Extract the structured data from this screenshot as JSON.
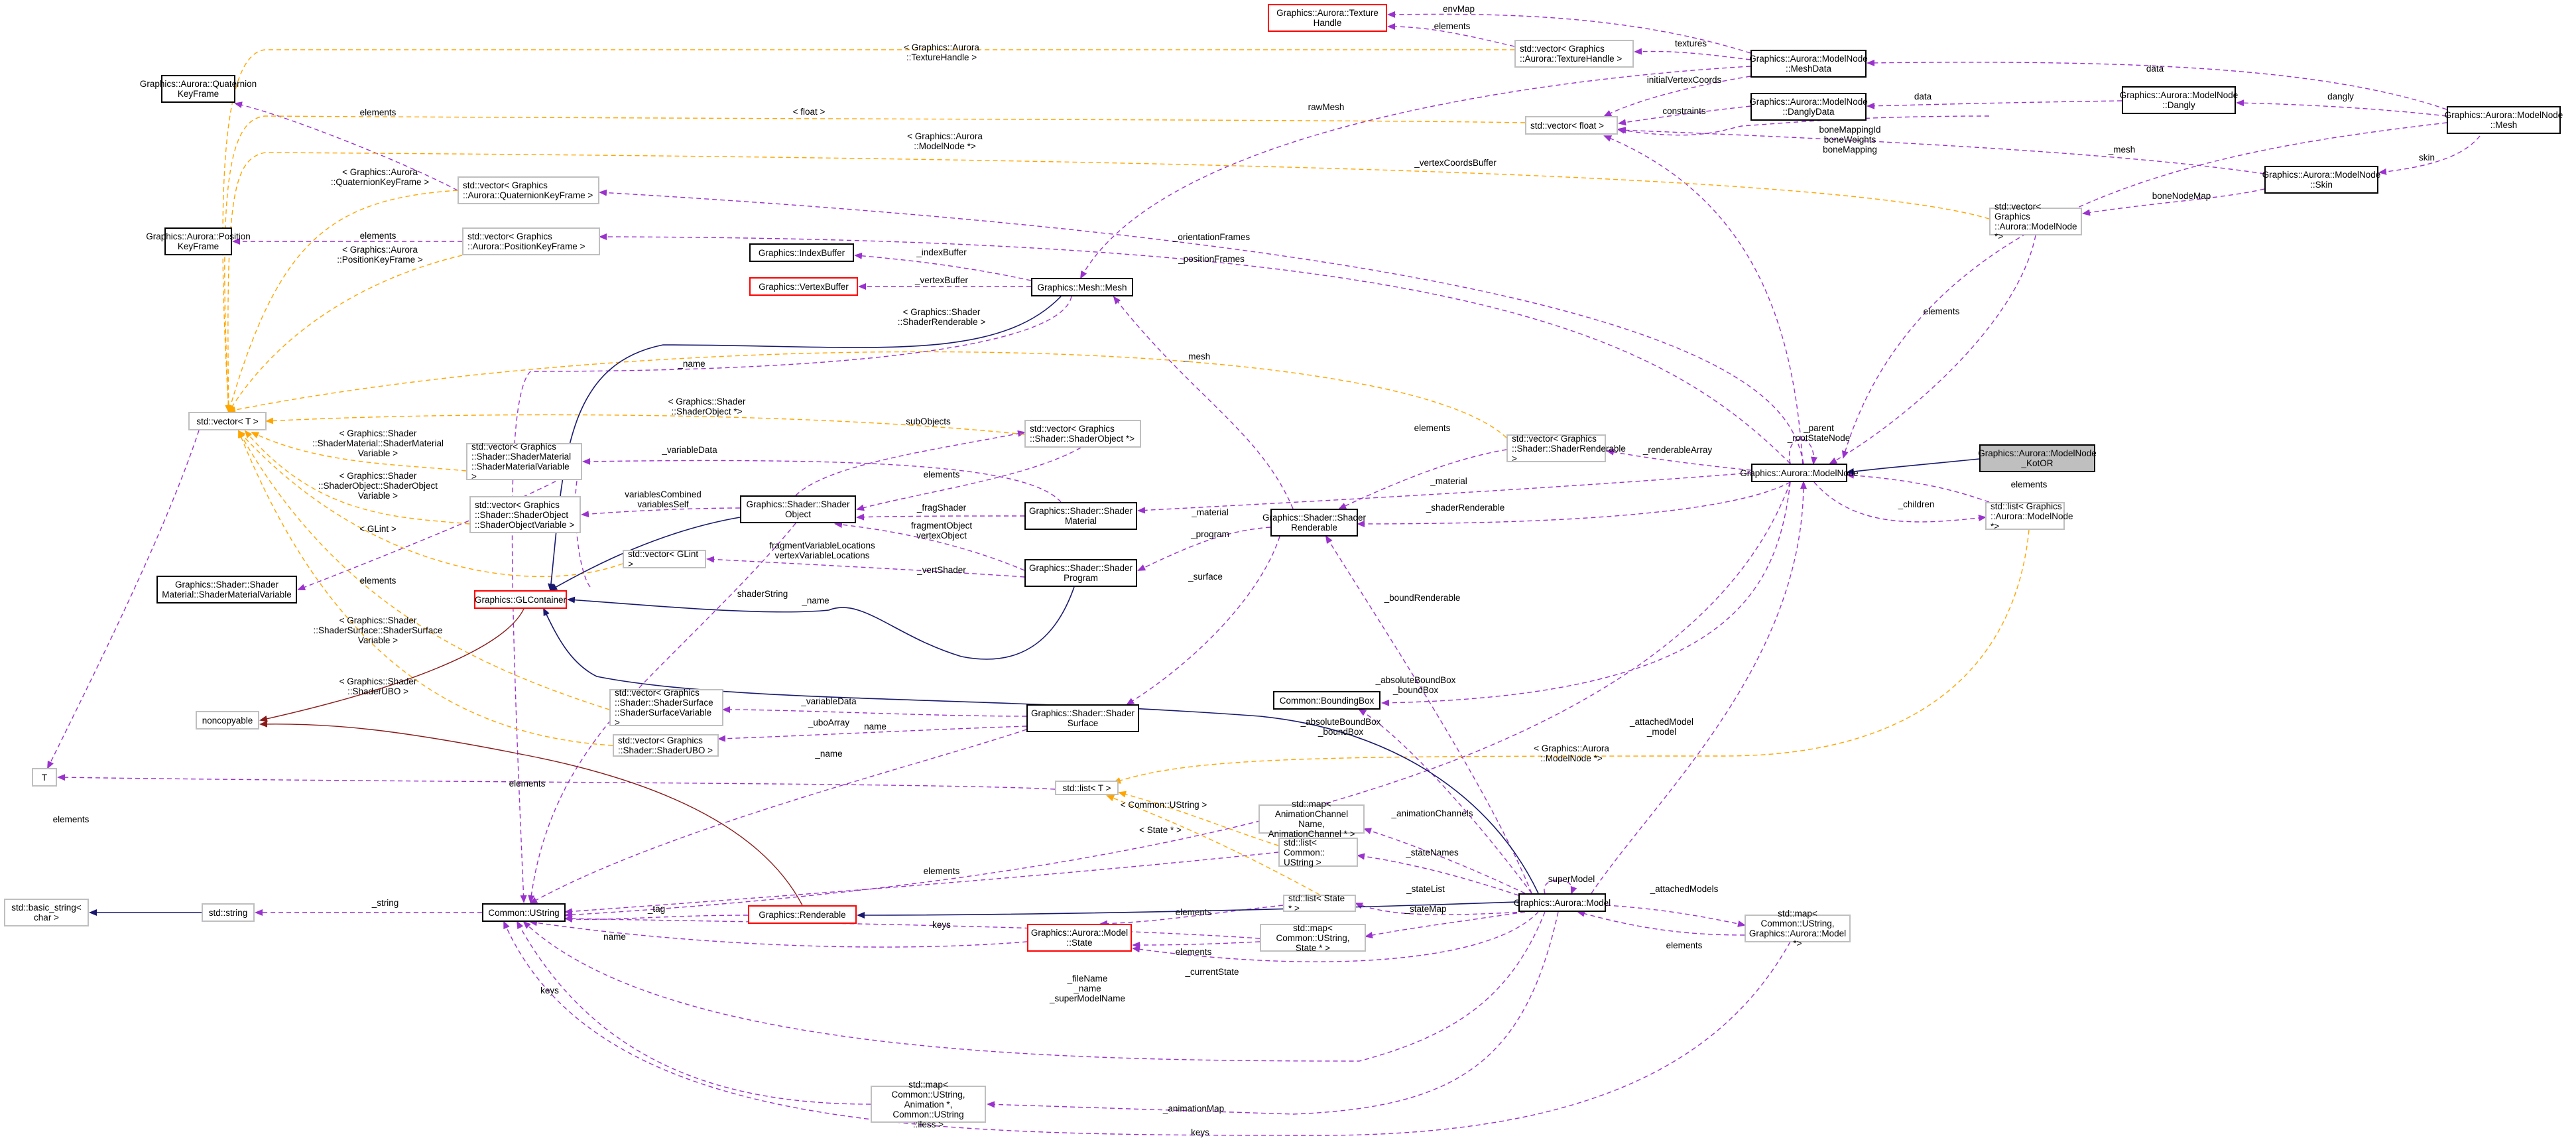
{
  "diagram": {
    "title": "Collaboration diagram for Graphics::Aurora::ModelNode_KotOR",
    "focus_node": "Graphics::Aurora::ModelNode\n_KotOR",
    "colors": {
      "inheritance": "#191970",
      "private_inheritance": "#8b1a1a",
      "usage": "#9a32cd",
      "template": "#ffa500",
      "focus_fill": "#bfbfbf",
      "undocumented_border": "#ff0000"
    },
    "nodes": [
      {
        "id": "texturehandle",
        "label": "Graphics::Aurora::Texture\nHandle",
        "style": "red"
      },
      {
        "id": "vec_texturehandle",
        "label": "std::vector< Graphics\n::Aurora::TextureHandle >",
        "style": "gray"
      },
      {
        "id": "meshdata",
        "label": "Graphics::Aurora::ModelNode\n::MeshData",
        "style": "black"
      },
      {
        "id": "danglydata",
        "label": "Graphics::Aurora::ModelNode\n::DanglyData",
        "style": "black"
      },
      {
        "id": "dangly",
        "label": "Graphics::Aurora::ModelNode\n::Dangly",
        "style": "black"
      },
      {
        "id": "mnmesh",
        "label": "Graphics::Aurora::ModelNode\n::Mesh",
        "style": "black"
      },
      {
        "id": "skin",
        "label": "Graphics::Aurora::ModelNode\n::Skin",
        "style": "black"
      },
      {
        "id": "vec_float",
        "label": "std::vector< float >",
        "style": "gray"
      },
      {
        "id": "vec_modelnodeptr",
        "label": "std::vector< Graphics\n::Aurora::ModelNode *>",
        "style": "gray"
      },
      {
        "id": "quatkf",
        "label": "Graphics::Aurora::Quaternion\nKeyFrame",
        "style": "black"
      },
      {
        "id": "poskf",
        "label": "Graphics::Aurora::Position\nKeyFrame",
        "style": "black"
      },
      {
        "id": "vec_quatkf",
        "label": "std::vector< Graphics\n::Aurora::QuaternionKeyFrame >",
        "style": "gray"
      },
      {
        "id": "vec_poskf",
        "label": "std::vector< Graphics\n::Aurora::PositionKeyFrame >",
        "style": "gray"
      },
      {
        "id": "indexbuffer",
        "label": "Graphics::IndexBuffer",
        "style": "black"
      },
      {
        "id": "vertexbuffer",
        "label": "Graphics::VertexBuffer",
        "style": "red"
      },
      {
        "id": "meshmesh",
        "label": "Graphics::Mesh::Mesh",
        "style": "black"
      },
      {
        "id": "vector_t",
        "label": "std::vector< T >",
        "style": "gray"
      },
      {
        "id": "vec_matvar",
        "label": "std::vector< Graphics\n::Shader::ShaderMaterial\n::ShaderMaterialVariable >",
        "style": "gray"
      },
      {
        "id": "vec_objvar",
        "label": "std::vector< Graphics\n::Shader::ShaderObject\n::ShaderObjectVariable >",
        "style": "gray"
      },
      {
        "id": "vec_shaderobjptr",
        "label": "std::vector< Graphics\n::Shader::ShaderObject *>",
        "style": "gray"
      },
      {
        "id": "shaderobject",
        "label": "Graphics::Shader::Shader\nObject",
        "style": "black"
      },
      {
        "id": "shadermaterial",
        "label": "Graphics::Shader::Shader\nMaterial",
        "style": "black"
      },
      {
        "id": "shaderprogram",
        "label": "Graphics::Shader::Shader\nProgram",
        "style": "black"
      },
      {
        "id": "shaderrenderable",
        "label": "Graphics::Shader::Shader\nRenderable",
        "style": "black"
      },
      {
        "id": "vec_shaderrenderable",
        "label": "std::vector< Graphics\n::Shader::ShaderRenderable >",
        "style": "gray"
      },
      {
        "id": "modelnode",
        "label": "Graphics::Aurora::ModelNode",
        "style": "black"
      },
      {
        "id": "modelnode_kotor",
        "label": "Graphics::Aurora::ModelNode\n_KotOR",
        "style": "focus"
      },
      {
        "id": "list_modelnodeptr",
        "label": "std::list< Graphics\n::Aurora::ModelNode *>",
        "style": "gray"
      },
      {
        "id": "matvar",
        "label": "Graphics::Shader::Shader\nMaterial::ShaderMaterialVariable",
        "style": "black"
      },
      {
        "id": "vec_glint",
        "label": "std::vector< GLint >",
        "style": "gray"
      },
      {
        "id": "glcontainer",
        "label": "Graphics::GLContainer",
        "style": "red"
      },
      {
        "id": "noncopyable",
        "label": "noncopyable",
        "style": "gray"
      },
      {
        "id": "vec_surfvar",
        "label": "std::vector< Graphics\n::Shader::ShaderSurface\n::ShaderSurfaceVariable >",
        "style": "gray"
      },
      {
        "id": "vec_ubo",
        "label": "std::vector< Graphics\n::Shader::ShaderUBO >",
        "style": "gray"
      },
      {
        "id": "shadersurface",
        "label": "Graphics::Shader::Shader\nSurface",
        "style": "black"
      },
      {
        "id": "boundingbox",
        "label": "Common::BoundingBox",
        "style": "black"
      },
      {
        "id": "t",
        "label": "T",
        "style": "gray"
      },
      {
        "id": "list_t",
        "label": "std::list< T >",
        "style": "gray"
      },
      {
        "id": "map_animchannel",
        "label": "std::map< AnimationChannel\nName, AnimationChannel * >",
        "style": "gray"
      },
      {
        "id": "list_ustring",
        "label": "std::list< Common::\nUString >",
        "style": "gray"
      },
      {
        "id": "basic_string",
        "label": "std::basic_string<\nchar >",
        "style": "gray"
      },
      {
        "id": "stdstring",
        "label": "std::string",
        "style": "gray"
      },
      {
        "id": "ustring",
        "label": "Common::UString",
        "style": "black"
      },
      {
        "id": "renderable",
        "label": "Graphics::Renderable",
        "style": "red"
      },
      {
        "id": "model",
        "label": "Graphics::Aurora::Model",
        "style": "black"
      },
      {
        "id": "list_stateptr",
        "label": "std::list< State * >",
        "style": "gray"
      },
      {
        "id": "map_ustring_state",
        "label": "std::map< Common::UString,\nState * >",
        "style": "gray"
      },
      {
        "id": "state",
        "label": "Graphics::Aurora::Model\n::State",
        "style": "red"
      },
      {
        "id": "map_ustring_model",
        "label": "std::map< Common::UString,\nGraphics::Aurora::Model *>",
        "style": "gray"
      },
      {
        "id": "map_animation",
        "label": "std::map< Common::UString,\nAnimation *, Common::UString\n::iless >",
        "style": "gray"
      }
    ],
    "edge_labels": [
      {
        "id": "envmap",
        "text": "envMap"
      },
      {
        "id": "th_elements",
        "text": "elements"
      },
      {
        "id": "textures",
        "text": "textures"
      },
      {
        "id": "tpl_texturehandle",
        "text": "< Graphics::Aurora\n::TextureHandle >"
      },
      {
        "id": "data_mesh",
        "text": "data"
      },
      {
        "id": "data_dangly",
        "text": "data"
      },
      {
        "id": "dangly_lbl",
        "text": "dangly"
      },
      {
        "id": "initialvertexcoords",
        "text": "initialVertexCoords"
      },
      {
        "id": "constraints",
        "text": "constraints"
      },
      {
        "id": "rawmesh",
        "text": "rawMesh"
      },
      {
        "id": "tpl_float",
        "text": "< float >"
      },
      {
        "id": "bonemapping",
        "text": "boneMappingId\nboneWeights\nboneMapping"
      },
      {
        "id": "mesh_mn",
        "text": "_mesh"
      },
      {
        "id": "skin_lbl",
        "text": "skin"
      },
      {
        "id": "bonenodemap",
        "text": "boneNodeMap"
      },
      {
        "id": "tpl_modelnodeptr_top",
        "text": "< Graphics::Aurora\n::ModelNode *>"
      },
      {
        "id": "vertexcoordsbuffer",
        "text": "_vertexCoordsBuffer"
      },
      {
        "id": "quat_elements_top",
        "text": "elements"
      },
      {
        "id": "tpl_quatkf",
        "text": "< Graphics::Aurora\n::QuaternionKeyFrame >"
      },
      {
        "id": "pos_elements",
        "text": "elements"
      },
      {
        "id": "tpl_poskf",
        "text": "< Graphics::Aurora\n::PositionKeyFrame >"
      },
      {
        "id": "orientationframes",
        "text": "_orientationFrames"
      },
      {
        "id": "positionframes",
        "text": "_positionFrames"
      },
      {
        "id": "indexbuffer_lbl",
        "text": "_indexBuffer"
      },
      {
        "id": "vertexbuffer_lbl",
        "text": "_vertexBuffer"
      },
      {
        "id": "tpl_shaderrenderable",
        "text": "< Graphics::Shader\n::ShaderRenderable >"
      },
      {
        "id": "name_mesh",
        "text": "_name"
      },
      {
        "id": "mesh_sr",
        "text": "_mesh"
      },
      {
        "id": "tpl_shaderobjptr",
        "text": "< Graphics::Shader\n::ShaderObject *>"
      },
      {
        "id": "subobjects",
        "text": "subObjects"
      },
      {
        "id": "variabledata_mat",
        "text": "_variableData"
      },
      {
        "id": "so_elements",
        "text": "elements"
      },
      {
        "id": "variablescombined",
        "text": "variablesCombined\nvariablesSelf"
      },
      {
        "id": "fragshader",
        "text": "_fragShader"
      },
      {
        "id": "fragvertobject",
        "text": "fragmentObject\nvertexObject"
      },
      {
        "id": "varlocations",
        "text": "fragmentVariableLocations\nvertexVariableLocations"
      },
      {
        "id": "vertshader",
        "text": "_vertShader"
      },
      {
        "id": "shaderstring",
        "text": "shaderString"
      },
      {
        "id": "name_gl",
        "text": "_name"
      },
      {
        "id": "material_lbl",
        "text": "_material"
      },
      {
        "id": "program_lbl",
        "text": "_program"
      },
      {
        "id": "surface_lbl",
        "text": "_surface"
      },
      {
        "id": "sr_elements",
        "text": "elements"
      },
      {
        "id": "renderablearray",
        "text": "_renderableArray"
      },
      {
        "id": "material_mn",
        "text": "_material"
      },
      {
        "id": "shaderrenderable_lbl",
        "text": "_shaderRenderable"
      },
      {
        "id": "parent_root",
        "text": "_parent\n_rootStateNode"
      },
      {
        "id": "mn_elements",
        "text": "elements"
      },
      {
        "id": "children",
        "text": "_children"
      },
      {
        "id": "vec_mn_elements",
        "text": "elements"
      },
      {
        "id": "tpl_matvar",
        "text": "< Graphics::Shader\n::ShaderMaterial::ShaderMaterial\nVariable >"
      },
      {
        "id": "tpl_objvar",
        "text": "< Graphics::Shader\n::ShaderObject::ShaderObject\nVariable >"
      },
      {
        "id": "tpl_glint",
        "text": "< GLint >"
      },
      {
        "id": "matvar_elements",
        "text": "elements"
      },
      {
        "id": "tpl_surfvar",
        "text": "< Graphics::Shader\n::ShaderSurface::ShaderSurface\nVariable >"
      },
      {
        "id": "tpl_ubo",
        "text": "< Graphics::Shader\n::ShaderUBO >"
      },
      {
        "id": "variabledata_surf",
        "text": "_variableData"
      },
      {
        "id": "uboarray",
        "text": "_uboArray"
      },
      {
        "id": "name_surf",
        "text": "_name"
      },
      {
        "id": "vt_elements",
        "text": "elements"
      },
      {
        "id": "bound_renderable",
        "text": "_boundRenderable"
      },
      {
        "id": "name_long",
        "text": "name"
      },
      {
        "id": "absbound_mn",
        "text": "_absoluteBoundBox\n_boundBox"
      },
      {
        "id": "absbound_model",
        "text": "_absoluteBoundBox\n_boundBox"
      },
      {
        "id": "attachedmodel",
        "text": "_attachedModel\n_model"
      },
      {
        "id": "tpl_modelnodeptr_bottom",
        "text": "< Graphics::Aurora\n::ModelNode *>"
      },
      {
        "id": "t_elements",
        "text": "elements"
      },
      {
        "id": "animationchannels",
        "text": "_animationChannels"
      },
      {
        "id": "tpl_ustring",
        "text": "< Common::UString >"
      },
      {
        "id": "tpl_stateptr",
        "text": "< State * >"
      },
      {
        "id": "statenames",
        "text": "_stateNames"
      },
      {
        "id": "supermodel",
        "text": "superModel"
      },
      {
        "id": "ustring_elements",
        "text": "elements"
      },
      {
        "id": "string_lbl",
        "text": "_string"
      },
      {
        "id": "tag",
        "text": "_tag"
      },
      {
        "id": "keys_state",
        "text": "keys"
      },
      {
        "id": "statelist",
        "text": "_stateList"
      },
      {
        "id": "statemap",
        "text": "_stateMap"
      },
      {
        "id": "state_elements1",
        "text": "elements"
      },
      {
        "id": "state_elements2",
        "text": "elements"
      },
      {
        "id": "currentstate",
        "text": "_currentState"
      },
      {
        "id": "name_state",
        "text": "name"
      },
      {
        "id": "attachedmodels",
        "text": "_attachedModels"
      },
      {
        "id": "model_elements",
        "text": "elements"
      },
      {
        "id": "filename",
        "text": "_fileName\n_name\n_superModelName"
      },
      {
        "id": "keys_anim",
        "text": "keys"
      },
      {
        "id": "animationmap",
        "text": "_animationMap"
      },
      {
        "id": "keys_bottom",
        "text": "keys"
      }
    ]
  }
}
